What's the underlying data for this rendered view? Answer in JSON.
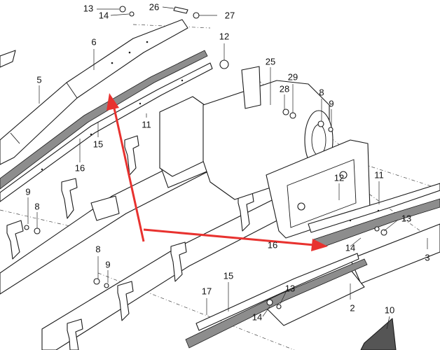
{
  "callouts": [
    {
      "label": "13"
    },
    {
      "label": "14"
    },
    {
      "label": "26"
    },
    {
      "label": "27"
    },
    {
      "label": "12"
    },
    {
      "label": "6"
    },
    {
      "label": "5"
    },
    {
      "label": "25"
    },
    {
      "label": "28"
    },
    {
      "label": "29"
    },
    {
      "label": "8"
    },
    {
      "label": "9"
    },
    {
      "label": "11"
    },
    {
      "label": "15"
    },
    {
      "label": "16"
    },
    {
      "label": "9"
    },
    {
      "label": "8"
    },
    {
      "label": "12"
    },
    {
      "label": "11"
    },
    {
      "label": "13"
    },
    {
      "label": "16"
    },
    {
      "label": "14"
    },
    {
      "label": "3"
    },
    {
      "label": "8"
    },
    {
      "label": "9"
    },
    {
      "label": "17"
    },
    {
      "label": "15"
    },
    {
      "label": "13"
    },
    {
      "label": "2"
    },
    {
      "label": "14"
    },
    {
      "label": "10"
    }
  ],
  "colors": {
    "annotation_arrow": "#e8322f",
    "line": "#1a1a1a",
    "strip_fill": "#8d8d8d"
  }
}
